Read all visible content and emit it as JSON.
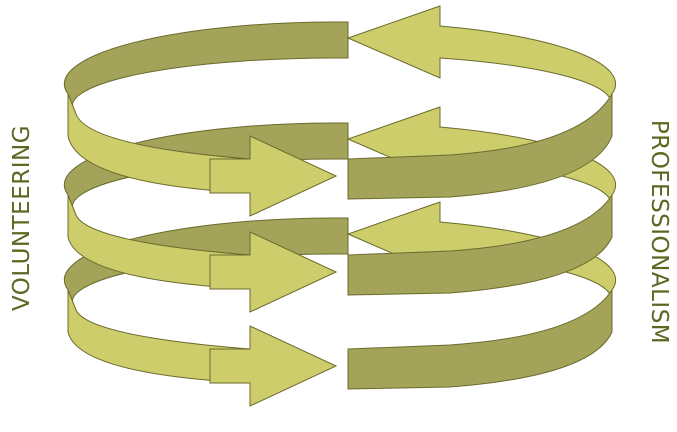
{
  "labels": {
    "left": "VOLUNTEERING",
    "right": "PROFESSIONALISM"
  },
  "colors": {
    "arrow_front": "#cdcd6c",
    "arrow_back": "#a3a35a",
    "outline": "#6b6b2e",
    "label_text": "#5f6622"
  },
  "diagram": {
    "rings": 3,
    "left_arrows_direction": "right",
    "right_arrows_direction": "left"
  }
}
